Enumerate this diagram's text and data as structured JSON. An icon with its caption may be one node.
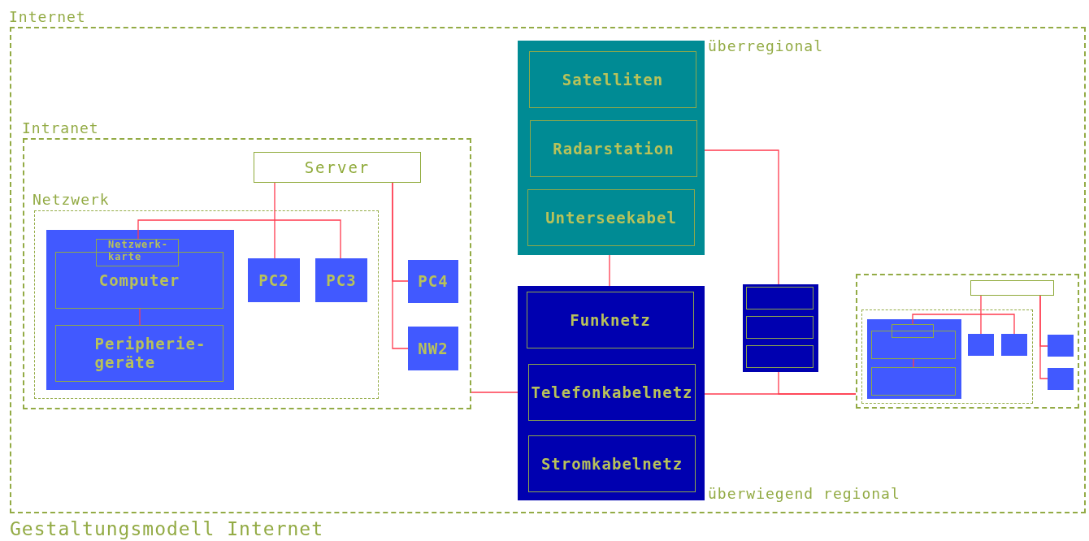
{
  "diagram": {
    "caption": "Gestaltungsmodell Internet",
    "nodes": [
      {
        "text": [
          "Internet"
        ]
      },
      {
        "text": [
          "Intranet"
        ],
        "in": 0
      },
      {
        "text": [
          "Server"
        ],
        "in": 1
      },
      {
        "text": [
          "Netzwerk"
        ],
        "in": 1
      },
      {
        "text": [],
        "shape": "box",
        "in": 3
      },
      {
        "text": [
          "Netzwerk- karte"
        ],
        "in": 4
      },
      {
        "text": [
          "Computer"
        ],
        "in": 4
      },
      {
        "text": [
          "Peripherie- geräte"
        ],
        "in": 4
      },
      {
        "text": [
          "PC2"
        ],
        "in": 3
      },
      {
        "text": [
          "PC3"
        ],
        "in": 3
      },
      {
        "text": [
          "PC4"
        ],
        "in": 1
      },
      {
        "text": [
          "NW2"
        ],
        "in": 1
      },
      {
        "text": [
          "überregional"
        ],
        "in": 0
      },
      {
        "text": [
          "Satelliten"
        ],
        "in": 12
      },
      {
        "text": [
          "Radarstation"
        ],
        "in": 12
      },
      {
        "text": [
          "Unterseekabel"
        ],
        "in": 12
      },
      {
        "text": [
          "überwiegend regional"
        ],
        "in": 0
      },
      {
        "text": [
          "Funknetz"
        ],
        "in": 16
      },
      {
        "text": [
          "Telefonkabelnetz"
        ],
        "in": 16
      },
      {
        "text": [
          "Stromkabelnetz"
        ],
        "in": 16
      },
      {
        "text": [],
        "shape": "box",
        "in": 0
      },
      {
        "text": [],
        "shape": "box",
        "in": 20
      },
      {
        "text": [],
        "shape": "box",
        "in": 20
      },
      {
        "text": [],
        "shape": "box",
        "in": 20
      },
      {
        "text": [],
        "shape": "box",
        "in": 0
      },
      {
        "text": [],
        "shape": "box",
        "in": 24
      },
      {
        "text": [],
        "shape": "box",
        "in": 24
      },
      {
        "text": [],
        "shape": "box",
        "in": 26
      },
      {
        "text": [],
        "shape": "box",
        "in": 27
      },
      {
        "text": [],
        "shape": "box",
        "in": 27
      },
      {
        "text": [],
        "shape": "box",
        "in": 27
      },
      {
        "text": [],
        "shape": "box",
        "in": 26
      },
      {
        "text": [],
        "shape": "box",
        "in": 26
      },
      {
        "text": [],
        "shape": "box",
        "in": 24
      },
      {
        "text": [],
        "shape": "box",
        "in": 24
      }
    ],
    "edges": [
      {
        "from": 2,
        "to": 8,
        "arrow": "none"
      },
      {
        "from": 5,
        "to": 9,
        "arrow": "none"
      },
      {
        "from": 2,
        "to": 10,
        "arrow": "none"
      },
      {
        "from": 2,
        "to": 11,
        "arrow": "none"
      },
      {
        "from": 6,
        "to": 7,
        "arrow": "none"
      },
      {
        "from": 1,
        "to": 16,
        "arrow": "none"
      },
      {
        "from": 12,
        "to": 16,
        "arrow": "none"
      },
      {
        "from": 12,
        "to": 20,
        "arrow": "none"
      },
      {
        "from": 16,
        "to": 24,
        "arrow": "none"
      },
      {
        "from": 20,
        "to": 24,
        "arrow": "none"
      },
      {
        "from": 25,
        "to": 31,
        "arrow": "none"
      },
      {
        "from": 28,
        "to": 32,
        "arrow": "none"
      },
      {
        "from": 25,
        "to": 33,
        "arrow": "none"
      },
      {
        "from": 25,
        "to": 34,
        "arrow": "none"
      },
      {
        "from": 29,
        "to": 30,
        "arrow": "none"
      }
    ]
  }
}
